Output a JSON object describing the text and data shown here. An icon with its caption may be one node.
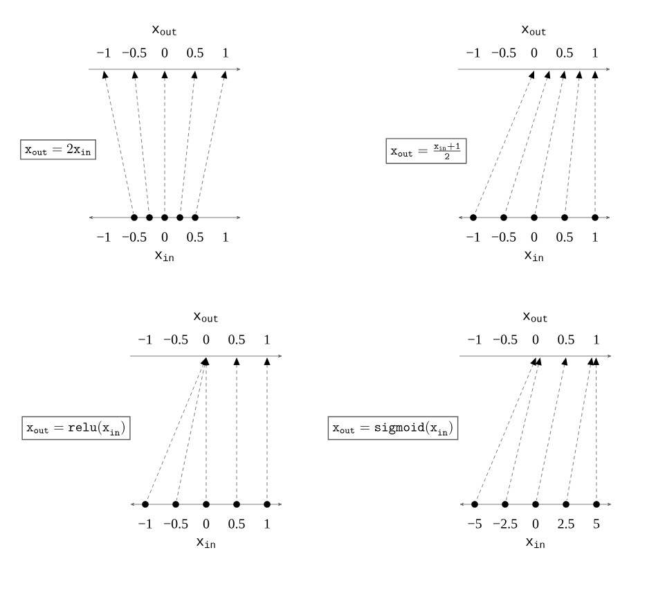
{
  "diagram": {
    "nodes": [
      {
        "text": [],
        "shape": "bar"
      },
      {
        "text": [
          "\\mathtt{x}_{\\mathtt{out}}=2\\mathtt{x}_{\\mathtt{in}}"
        ]
      },
      {
        "text": [],
        "shape": "bar"
      },
      {
        "text": [],
        "shape": "circle"
      },
      {
        "text": [],
        "shape": "circle"
      },
      {
        "text": [],
        "shape": "circle"
      },
      {
        "text": [],
        "shape": "circle"
      },
      {
        "text": [],
        "shape": "circle"
      },
      {
        "text": [],
        "shape": "bar"
      },
      {
        "text": [
          "\\mathtt{x}_{\\mathtt{out}}=\\frac{\\mathtt{x}_{\\mathtt{in}}\\mathtt{+1}}{\\mathtt{2}}"
        ]
      },
      {
        "text": [],
        "shape": "bar"
      },
      {
        "text": [],
        "shape": "circle"
      },
      {
        "text": [],
        "shape": "circle"
      },
      {
        "text": [],
        "shape": "circle"
      },
      {
        "text": [],
        "shape": "circle"
      },
      {
        "text": [],
        "shape": "circle"
      },
      {
        "text": [],
        "shape": "bar"
      },
      {
        "text": [
          "\\mathtt{x}_{\\mathtt{out}}=\\mathtt{relu(x}_{\\mathtt{in}}\\mathtt{)}"
        ]
      },
      {
        "text": [],
        "shape": "bar"
      },
      {
        "text": [],
        "shape": "circle"
      },
      {
        "text": [],
        "shape": "circle"
      },
      {
        "text": [],
        "shape": "circle"
      },
      {
        "text": [],
        "shape": "circle"
      },
      {
        "text": [],
        "shape": "circle"
      },
      {
        "text": [],
        "shape": "bar"
      },
      {
        "text": [
          "\\mathtt{x}_{\\mathtt{out}}=\\mathtt{sigmoid(x}_{\\mathtt{in}}\\mathtt{)}"
        ]
      },
      {
        "text": [],
        "shape": "bar"
      },
      {
        "text": [],
        "shape": "circle"
      },
      {
        "text": [],
        "shape": "circle"
      },
      {
        "text": [],
        "shape": "circle"
      },
      {
        "text": [],
        "shape": "circle"
      },
      {
        "text": [],
        "shape": "circle"
      }
    ],
    "edges": [
      {
        "from": 3,
        "to": 0,
        "arrow": "to",
        "style": "dashed"
      },
      {
        "from": 4,
        "to": 0,
        "arrow": "to",
        "style": "dashed"
      },
      {
        "from": 5,
        "to": 0,
        "arrow": "to",
        "style": "dashed"
      },
      {
        "from": 6,
        "to": 0,
        "arrow": "to",
        "style": "dashed"
      },
      {
        "from": 7,
        "to": 0,
        "arrow": "to",
        "style": "dashed"
      },
      {
        "from": 11,
        "to": 8,
        "arrow": "to",
        "style": "dashed"
      },
      {
        "from": 12,
        "to": 8,
        "arrow": "to",
        "style": "dashed"
      },
      {
        "from": 13,
        "to": 8,
        "arrow": "to",
        "style": "dashed"
      },
      {
        "from": 14,
        "to": 8,
        "arrow": "to",
        "style": "dashed"
      },
      {
        "from": 15,
        "to": 8,
        "arrow": "to",
        "style": "dashed"
      },
      {
        "from": 19,
        "to": 16,
        "arrow": "to",
        "style": "dashed"
      },
      {
        "from": 20,
        "to": 16,
        "arrow": "to",
        "style": "dashed"
      },
      {
        "from": 21,
        "to": 16,
        "arrow": "to",
        "style": "dashed"
      },
      {
        "from": 22,
        "to": 16,
        "arrow": "to",
        "style": "dashed"
      },
      {
        "from": 23,
        "to": 16,
        "arrow": "to",
        "style": "dashed"
      },
      {
        "from": 27,
        "to": 24,
        "arrow": "to",
        "style": "dashed"
      },
      {
        "from": 28,
        "to": 24,
        "arrow": "to",
        "style": "dashed"
      },
      {
        "from": 29,
        "to": 24,
        "arrow": "to",
        "style": "dashed"
      },
      {
        "from": 30,
        "to": 24,
        "arrow": "to",
        "style": "dashed"
      },
      {
        "from": 31,
        "to": 24,
        "arrow": "to",
        "style": "dashed"
      }
    ],
    "labels": [
      "x$_{out}$",
      "−1",
      "−0.5",
      "0",
      "0.5",
      "1",
      "−1",
      "−0.5",
      "0",
      "0.5",
      "1",
      "x$_{in}$",
      "x$_{out}$",
      "−1",
      "−0.5",
      "0",
      "0.5",
      "1",
      "−1",
      "−0.5",
      "0",
      "0.5",
      "1",
      "x$_{in}$",
      "x$_{out}$",
      "−1",
      "−0.5",
      "0",
      "0.5",
      "1",
      "−1",
      "−0.5",
      "0",
      "0.5",
      "1",
      "x$_{in}$",
      "x$_{out}$",
      "−1",
      "−0.5",
      "0",
      "0.5",
      "1",
      "−5",
      "−2.5",
      "0",
      "2.5",
      "5",
      "x$_{in}$"
    ]
  }
}
